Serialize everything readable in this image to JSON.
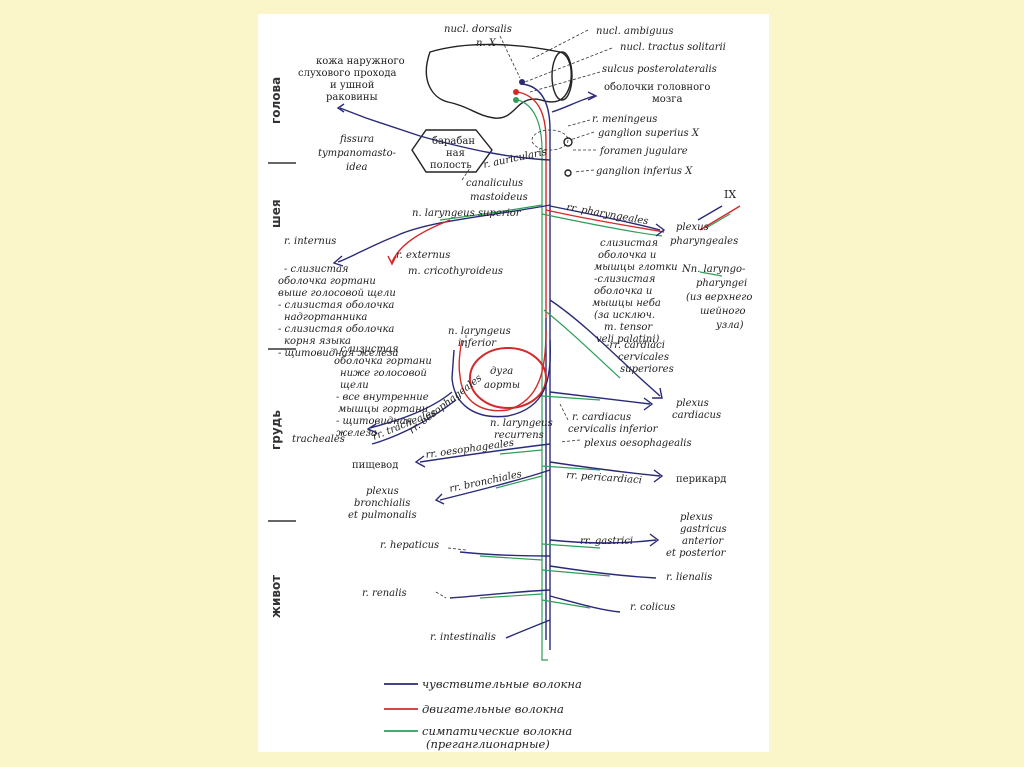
{
  "colors": {
    "background": "#FAF6C9",
    "sheet": "#FFFFFF",
    "sensory": "#2a2a7a",
    "motor": "#d42a2a",
    "sympathetic": "#2e9e57",
    "text": "#222222"
  },
  "regions": {
    "head": "голова",
    "neck": "шея",
    "chest": "грудь",
    "abdomen": "живот"
  },
  "labels": {
    "nucl_dorsalis": "nucl. dorsalis",
    "n_x": "n. X",
    "nucl_ambiguus": "nucl. ambiguus",
    "nucl_tractus": "nucl. tractus solitarii",
    "sulcus": "sulcus posterolateralis",
    "meninges_1": "оболочки головного",
    "meninges_2": "мозга",
    "skin_1": "кожа наружного",
    "skin_2": "слухового прохода",
    "skin_3": "и ушной",
    "skin_4": "раковины",
    "r_meningeus": "r. meningeus",
    "ganglion_superius": "ganglion superius X",
    "foramen": "foramen jugulare",
    "ganglion_inferius": "ganglion inferius X",
    "tympanic_1": "барабан",
    "tympanic_2": "ная",
    "tympanic_3": "полость",
    "fissura_1": "fissura",
    "fissura_2": "tympanomasto-",
    "fissura_3": "idea",
    "auricularis": "r. auricularis",
    "canaliculus_1": "canaliculus",
    "canaliculus_2": "mastoideus",
    "ix": "IX",
    "laryngeus_superior": "n. laryngeus superior",
    "rr_pharyngeales": "rr. pharyngeales",
    "plexus_pharyngeales_1": "plexus",
    "plexus_pharyngeales_2": "pharyngeales",
    "r_internus": "r. internus",
    "r_externus": "r. externus",
    "cricothyroideus": "m. cricothyroideus",
    "internus_list": [
      "- слизистая",
      "оболочка гортани",
      "выше голосовой щели",
      "- слизистая оболочка",
      "надгортанника",
      "- слизистая оболочка",
      "корня языка",
      "- щитовидная железа"
    ],
    "pharynx_list": [
      "слизистая",
      "оболочка и",
      "мышцы глотки",
      "-слизистая",
      "оболочка и",
      "мышцы неба",
      "(за исключ.",
      "m. tensor",
      "veli palatini)"
    ],
    "laryngopharyngei": [
      "Nn. laryngo-",
      "pharyngei",
      "(из верхнего",
      "шейного",
      "узла)"
    ],
    "laryngeus_inferior_1": "n. laryngeus",
    "laryngeus_inferior_2": "inferior",
    "inferior_list": [
      "- слизистая",
      "оболочка гортани",
      "ниже голосовой",
      "щели",
      "- все внутренние",
      "мышцы гортани",
      "- щитовидная",
      "железа"
    ],
    "aorta_1": "дуга",
    "aorta_2": "аорты",
    "cardiaci_sup": [
      "-rr. cardiaci",
      "cervicales",
      "superiores"
    ],
    "plexus_cardiacus_1": "plexus",
    "plexus_cardiacus_2": "cardiacus",
    "rr_tracheales": "rr. tracheales",
    "tracheales": "tracheales",
    "rr_oesophageales_up": "rr. oesophageales",
    "recurrens_1": "n. laryngeus",
    "recurrens_2": "recurrens",
    "cardiacus_inf_1": "r. cardiacus",
    "cardiacus_inf_2": "cervicalis inferior",
    "plexus_oesophagealis": "plexus oesophagealis",
    "rr_oesophageales": "rr. oesophageales",
    "esophagus": "пищевод",
    "rr_bronchiales": "rr. bronchiales",
    "plexus_bronch_1": "plexus",
    "plexus_bronch_2": "bronchialis",
    "plexus_bronch_3": "et pulmonalis",
    "rr_pericardiaci": "rr. pericardiaci",
    "pericardium": "перикард",
    "r_hepaticus": "r. hepaticus",
    "rr_gastrici": "rr. gastrici",
    "plexus_gastricus_1": "plexus",
    "plexus_gastricus_2": "gastricus",
    "plexus_gastricus_3": "anterior",
    "plexus_gastricus_4": "et posterior",
    "r_lienalis": "r. lienalis",
    "r_renalis": "r. renalis",
    "r_colicus": "r. colicus",
    "r_intestinalis": "r. intestinalis"
  },
  "legend": {
    "sensory": "чувствительные волокна",
    "motor": "двигательные волокна",
    "sympathetic_1": "симпатические волокна",
    "sympathetic_2": "(преганглионарные)"
  }
}
